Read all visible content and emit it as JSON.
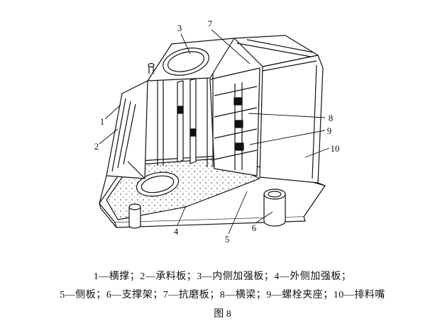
{
  "figure": {
    "caption_line1": "1—横撑；2—承料板；3—内侧加强板；4—外侧加强板；",
    "caption_line2": "5—侧板；6—支撑架；7—抗磨板；8—横梁；9—螺栓夹座；10—排料嘴",
    "figure_number": "图 8"
  },
  "diagram": {
    "parts": [
      {
        "num": "1",
        "name": "横撑"
      },
      {
        "num": "2",
        "name": "承料板"
      },
      {
        "num": "3",
        "name": "内侧加强板"
      },
      {
        "num": "4",
        "name": "外侧加强板"
      },
      {
        "num": "5",
        "name": "侧板"
      },
      {
        "num": "6",
        "name": "支撑架"
      },
      {
        "num": "7",
        "name": "抗磨板"
      },
      {
        "num": "8",
        "name": "横梁"
      },
      {
        "num": "9",
        "name": "螺栓夹座"
      },
      {
        "num": "10",
        "name": "排料嘴"
      }
    ]
  },
  "colors": {
    "ink": "#111111",
    "background": "#ffffff"
  }
}
